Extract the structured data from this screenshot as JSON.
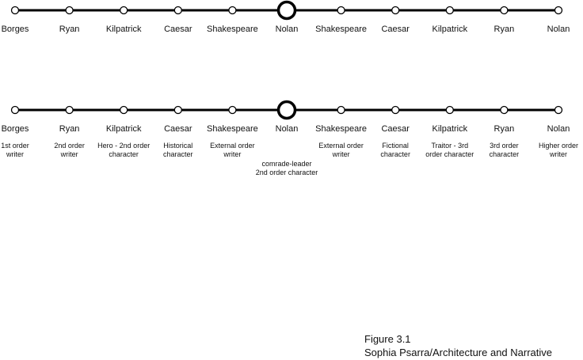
{
  "colors": {
    "line": "#000000",
    "node_fill": "#ffffff",
    "text": "#111111"
  },
  "rows": [
    {
      "nodes": [
        {
          "name": "Borges"
        },
        {
          "name": "Ryan"
        },
        {
          "name": "Kilpatrick"
        },
        {
          "name": "Caesar"
        },
        {
          "name": "Shakespeare"
        },
        {
          "name": "Nolan",
          "emphasis": true
        },
        {
          "name": "Shakespeare"
        },
        {
          "name": "Caesar"
        },
        {
          "name": "Kilpatrick"
        },
        {
          "name": "Ryan"
        },
        {
          "name": "Nolan"
        }
      ]
    },
    {
      "nodes": [
        {
          "name": "Borges",
          "description": [
            "1st order",
            "writer"
          ]
        },
        {
          "name": "Ryan",
          "description": [
            "2nd order",
            "writer"
          ]
        },
        {
          "name": "Kilpatrick",
          "description": [
            "Hero - 2nd order",
            "character"
          ]
        },
        {
          "name": "Caesar",
          "description": [
            "Historical",
            "character"
          ]
        },
        {
          "name": "Shakespeare",
          "description": [
            "External order",
            "writer"
          ]
        },
        {
          "name": "Nolan",
          "emphasis": true,
          "description": [
            "comrade-leader",
            "2nd order character"
          ]
        },
        {
          "name": "Shakespeare",
          "description": [
            "External order",
            "writer"
          ]
        },
        {
          "name": "Caesar",
          "description": [
            "Fictional",
            "character"
          ]
        },
        {
          "name": "Kilpatrick",
          "description": [
            "Traitor - 3rd",
            "order character"
          ]
        },
        {
          "name": "Ryan",
          "description": [
            "3rd order",
            "character"
          ]
        },
        {
          "name": "Nolan",
          "description": [
            "Higher order",
            "writer"
          ]
        }
      ]
    }
  ],
  "caption": {
    "line1": "Figure 3.1",
    "line2": "Sophia Psarra/Architecture and Narrative"
  }
}
